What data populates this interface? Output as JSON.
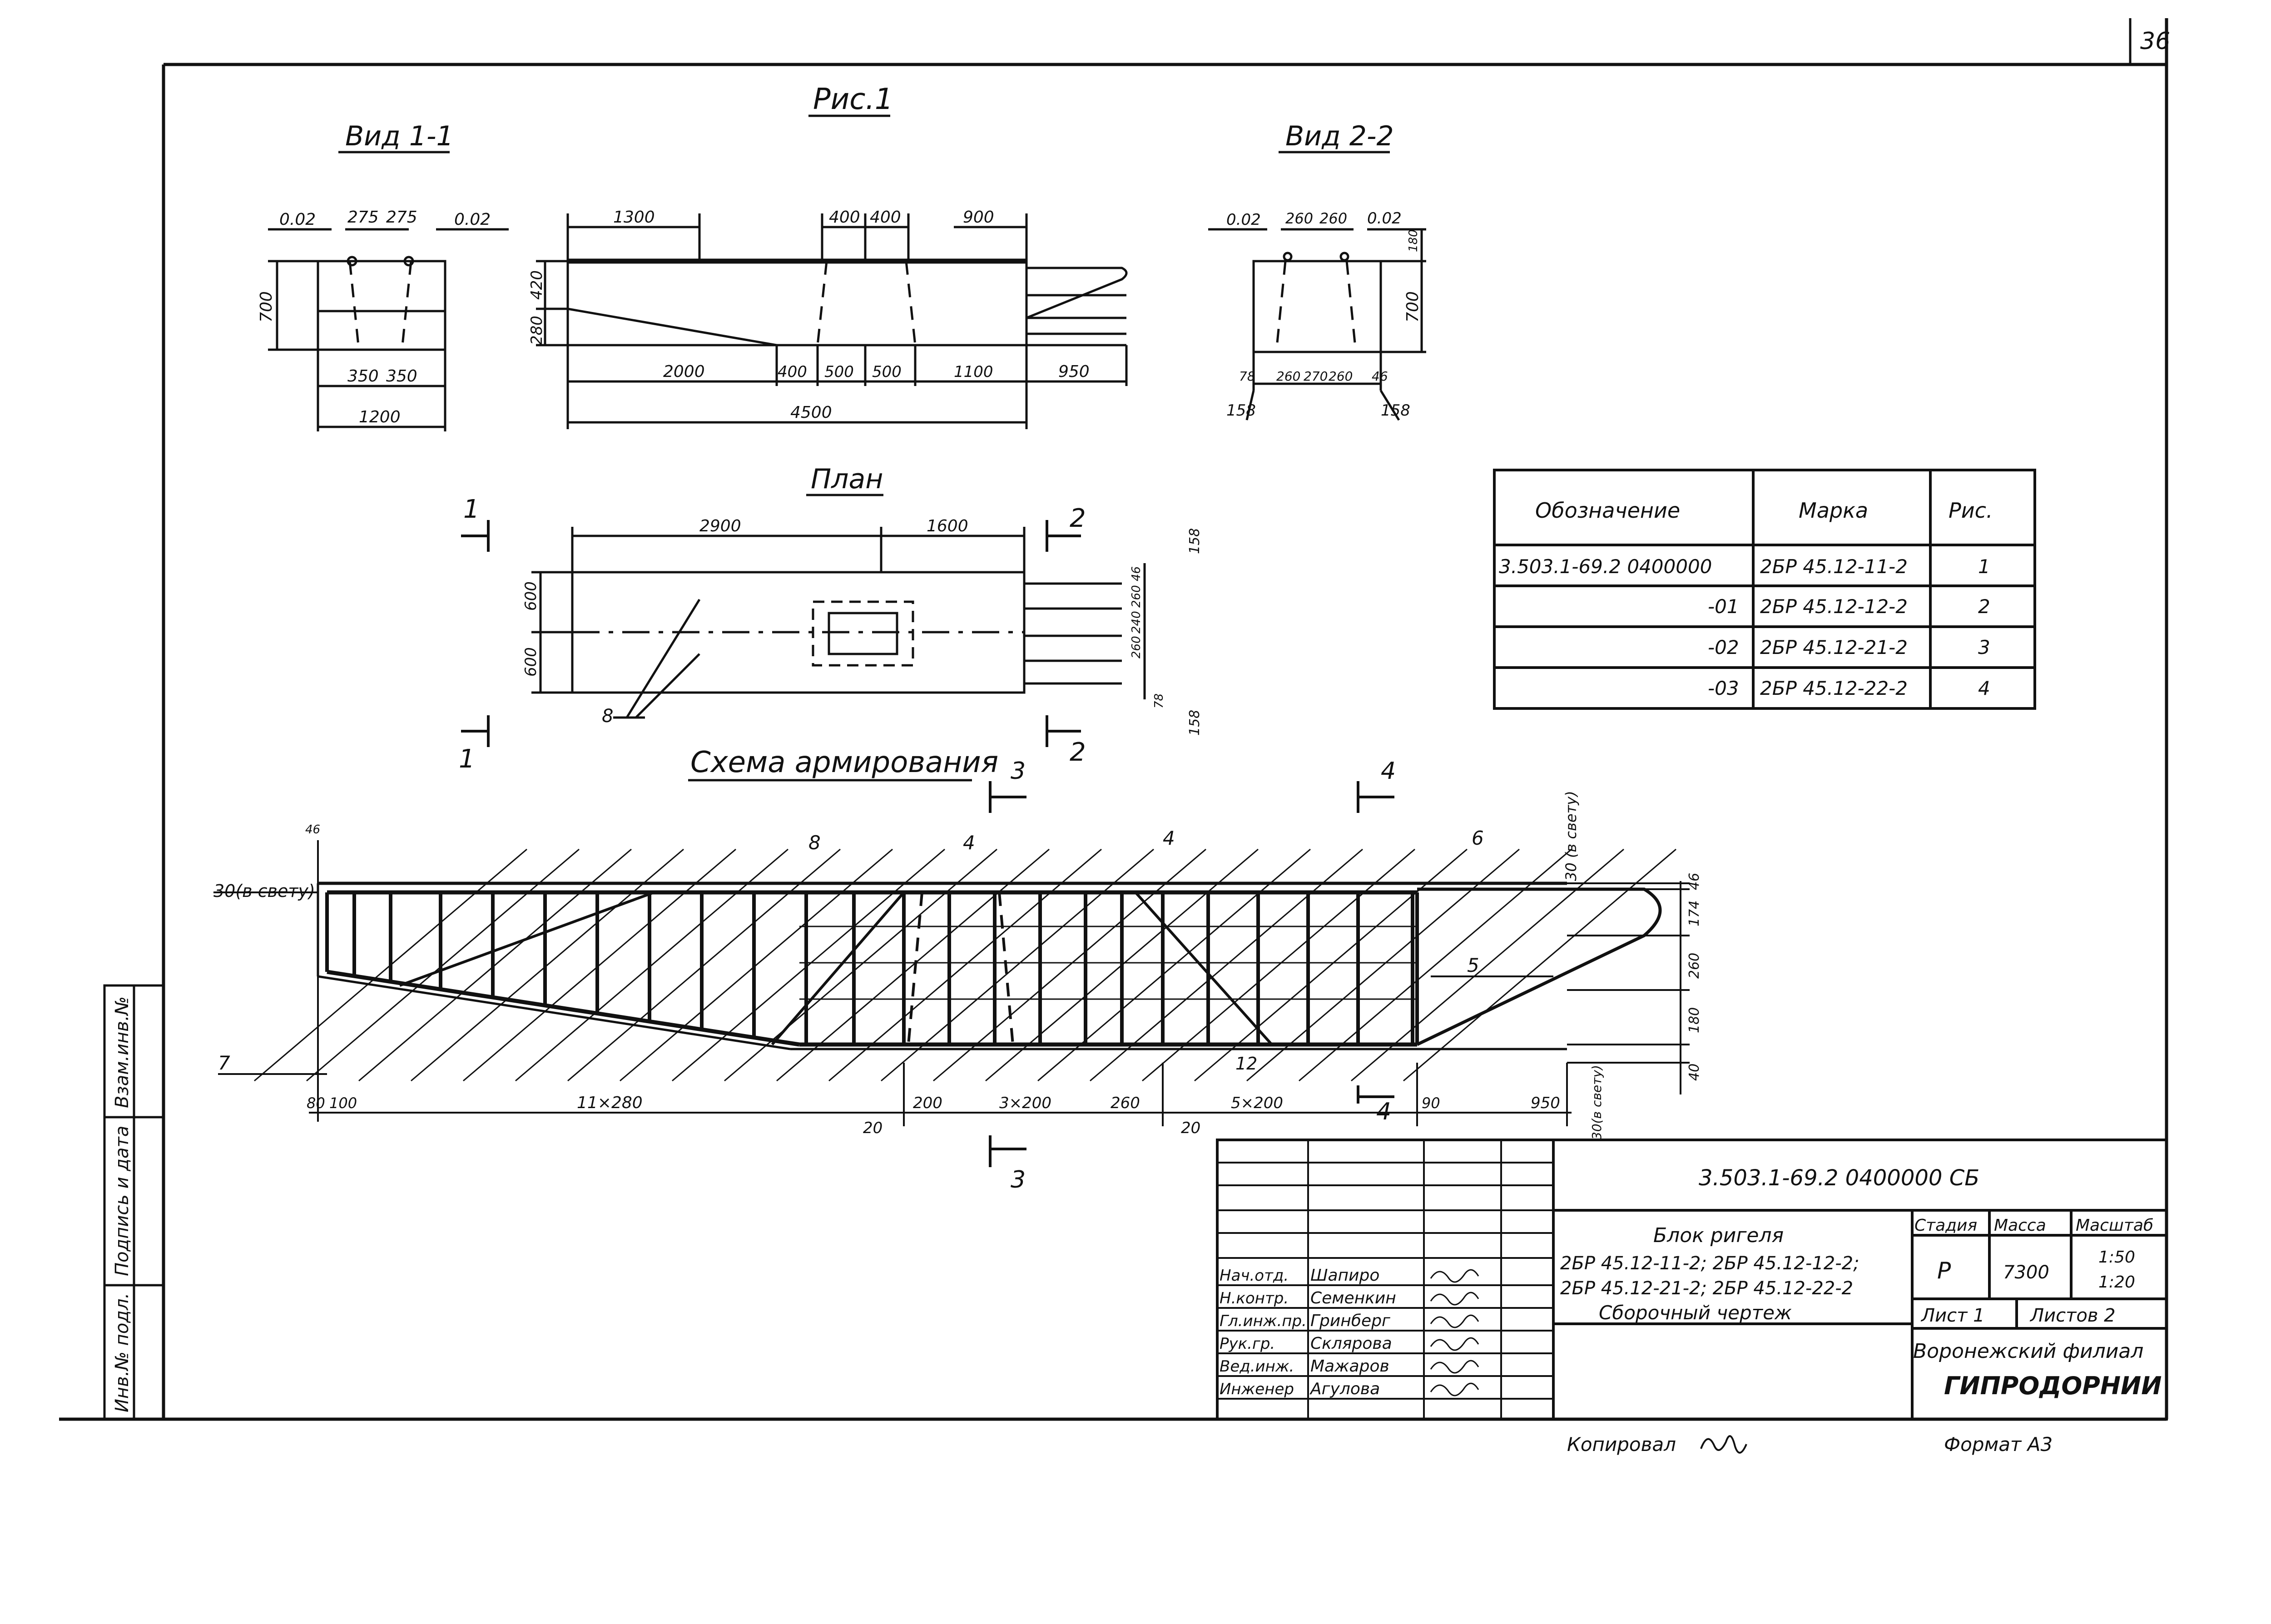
{
  "sheet": {
    "number": "36"
  },
  "figure": {
    "label": "Рис.1"
  },
  "view11": {
    "title": "Вид 1-1",
    "dims": {
      "slope_left": "0.02",
      "slope_right": "0.02",
      "top_a": "275",
      "top_b": "275",
      "height": "700",
      "bot_a": "350",
      "bot_b": "350",
      "width": "1200"
    }
  },
  "elevation": {
    "dims": {
      "d1300": "1300",
      "d400a": "400",
      "d400b": "400",
      "d900": "900",
      "h280": "280",
      "h420": "420",
      "d2000": "2000",
      "d400c": "400",
      "d500a": "500",
      "d500b": "500",
      "d1100": "1100",
      "d950": "950",
      "total": "4500"
    }
  },
  "view22": {
    "title": "Вид 2-2",
    "dims": {
      "slope_left": "0.02",
      "slope_right": "0.02",
      "top_a": "260",
      "top_b": "260",
      "top_h": "180",
      "height": "700",
      "b78": "78",
      "b260a": "260",
      "b270": "270",
      "b260b": "260",
      "b46": "46",
      "b158a": "158",
      "b158b": "158"
    }
  },
  "plan": {
    "title": "План",
    "dims": {
      "d2900": "2900",
      "d1600": "1600",
      "h600a": "600",
      "h600b": "600",
      "r46": "46",
      "r260a": "260",
      "r240": "240",
      "r260b": "260",
      "r78": "78",
      "r158a": "158",
      "r158b": "158",
      "leader8": "8"
    },
    "sections": {
      "s1_top": "1",
      "s1_bot": "1",
      "s2_top": "2",
      "s2_bot": "2"
    }
  },
  "spec_table": {
    "headers": [
      "Обозначение",
      "Марка",
      "Рис."
    ],
    "rows": [
      [
        "3.503.1-69.2 0400000",
        "2БР 45.12-11-2",
        "1"
      ],
      [
        "-01",
        "2БР 45.12-12-2",
        "2"
      ],
      [
        "-02",
        "2БР 45.12-21-2",
        "3"
      ],
      [
        "-03",
        "2БР 45.12-22-2",
        "4"
      ]
    ]
  },
  "reinforcement": {
    "title": "Схема армирования",
    "sections": {
      "s3_top": "3",
      "s3_bot": "3",
      "s4_top": "4",
      "s4_bot": "4"
    },
    "marks": {
      "m8": "8",
      "m4a": "4",
      "m4b": "4",
      "m6": "6",
      "m5": "5",
      "m7": "7",
      "m12": "12"
    },
    "dims": {
      "top_cover": "30(в свету)",
      "top_cover_right": "30 (в свету)",
      "small_left": "46",
      "r46": "46",
      "r174": "174",
      "r260": "260",
      "r180": "180",
      "r40": "40",
      "b80": "80",
      "b100": "100",
      "b11": "11×280",
      "b200": "200",
      "b3": "3×200",
      "b260": "260",
      "b5": "5×200",
      "b90": "90",
      "b950": "950",
      "b30": "30(в свету)",
      "b20a": "20",
      "b20b": "20"
    }
  },
  "side_stamp": {
    "c1": "Инв.№ подл.",
    "c2": "Подпись и дата",
    "c3": "Взам.инв.№"
  },
  "title_block": {
    "doc_code": "3.503.1-69.2 0400000 СБ",
    "title_l1": "Блок ригеля",
    "title_l2": "2БР 45.12-11-2; 2БР 45.12-12-2;",
    "title_l3": "2БР 45.12-21-2; 2БР 45.12-22-2",
    "title_l4": "Сборочный чертеж",
    "stage_h": "Стадия",
    "mass_h": "Масса",
    "scale_h": "Масштаб",
    "stage": "Р",
    "mass": "7300",
    "scale1": "1:50",
    "scale2": "1:20",
    "sheet": "Лист 1",
    "sheets": "Листов 2",
    "org1": "Воронежский филиал",
    "org2": "ГИПРОДОРНИИ",
    "people": [
      {
        "role": "Нач.отд.",
        "name": "Шапиро"
      },
      {
        "role": "Н.контр.",
        "name": "Семенкин"
      },
      {
        "role": "Гл.инж.пр.",
        "name": "Гринберг"
      },
      {
        "role": "Рук.гр.",
        "name": "Склярова"
      },
      {
        "role": "Вед.инж.",
        "name": "Мажаров"
      },
      {
        "role": "Инженер",
        "name": "Агулова"
      }
    ]
  },
  "footer": {
    "copied": "Копировал",
    "format": "Формат А3"
  }
}
